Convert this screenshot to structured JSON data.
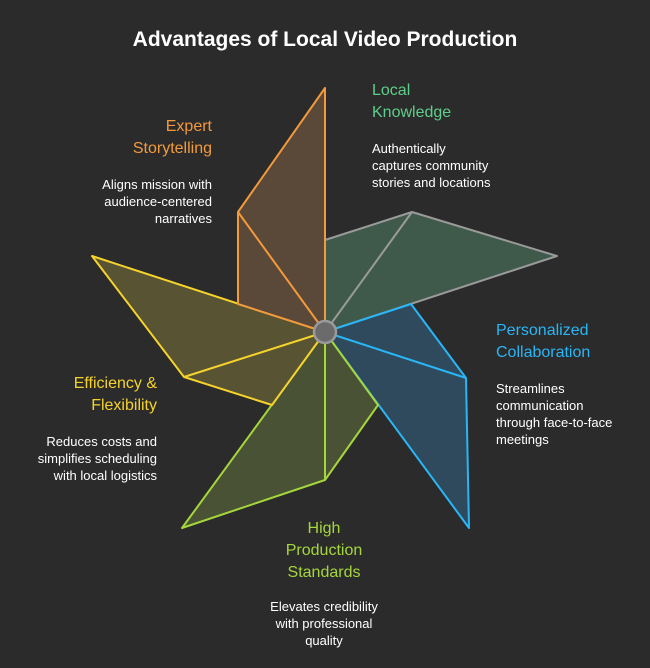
{
  "title": "Advantages of Local Video Production",
  "colors": {
    "background": "#2b2b2b",
    "local": "#5ecf8a",
    "personalized": "#29b6f6",
    "high": "#a5d63b",
    "efficiency": "#f5d32c",
    "expert": "#f39a3c",
    "hub_fill": "#6b6b6b",
    "hub_stroke": "#9a9a9a"
  },
  "sections": {
    "local": {
      "heading_lines": [
        "Local",
        "Knowledge"
      ],
      "description_lines": [
        "Authentically",
        "captures community",
        "stories and locations"
      ]
    },
    "personalized": {
      "heading_lines": [
        "Personalized",
        "Collaboration"
      ],
      "description_lines": [
        "Streamlines",
        "communication",
        "through face-to-face",
        "meetings"
      ]
    },
    "high": {
      "heading_lines": [
        "High",
        "Production",
        "Standards"
      ],
      "description_lines": [
        "Elevates credibility",
        "with professional",
        "quality"
      ]
    },
    "efficiency": {
      "heading_lines": [
        "Efficiency &",
        "Flexibility"
      ],
      "description_lines": [
        "Reduces costs and",
        "simplifies scheduling",
        "with local logistics"
      ]
    },
    "expert": {
      "heading_lines": [
        "Expert",
        "Storytelling"
      ],
      "description_lines": [
        "Aligns mission with",
        "audience-centered",
        "narratives"
      ]
    }
  }
}
